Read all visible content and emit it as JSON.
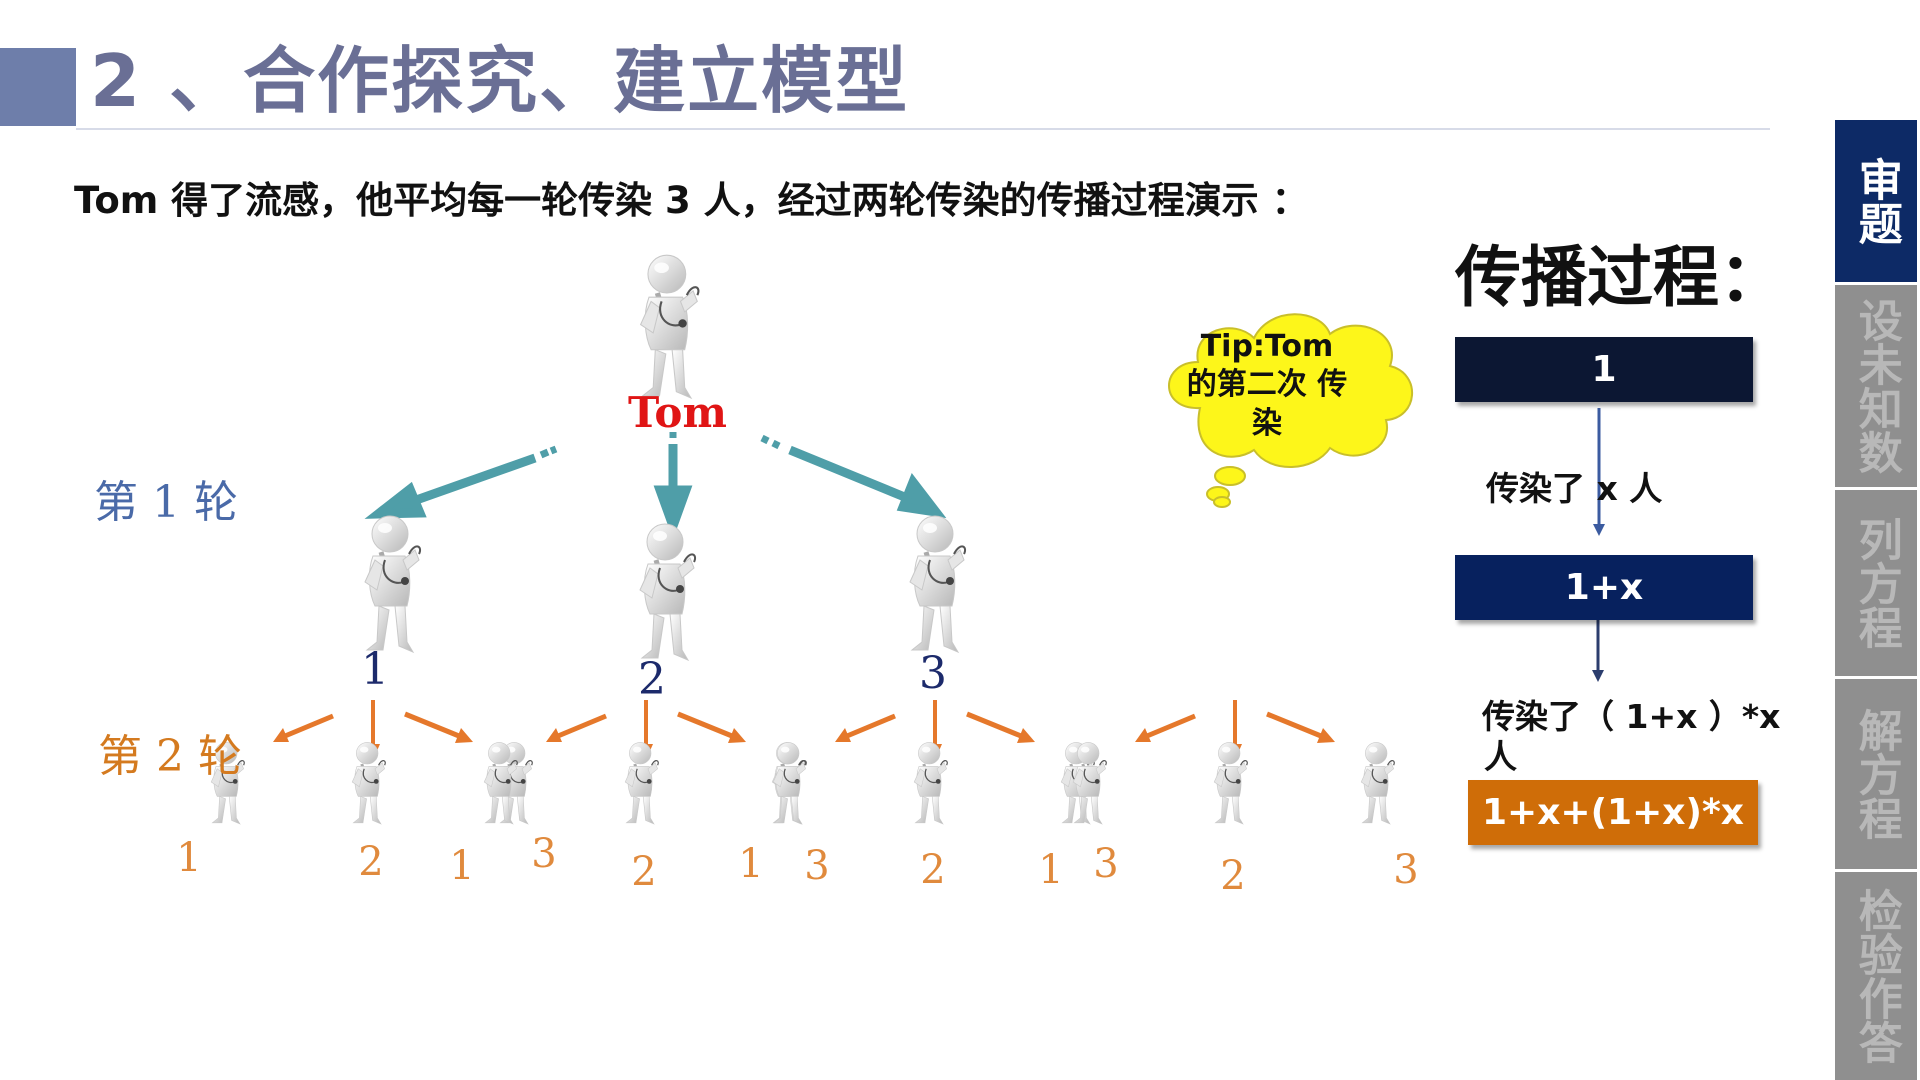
{
  "title": "2 、合作探究、建立模型",
  "intro": "Tom 得了流感，他平均每一轮传染 3 人，经过两轮传染的传播过程演示 ：",
  "tom_label": "Tom",
  "round1_label": "第 1 轮",
  "round2_label": "第 2 轮",
  "round1_numbers": [
    "1",
    "2",
    "3"
  ],
  "round2_numbers": [
    "1",
    "2",
    "3",
    "1",
    "2",
    "3",
    "1",
    "2",
    "3",
    "1",
    "2",
    "3"
  ],
  "tip": "Tip:Tom 的第二次 传染",
  "flow": {
    "title": "传播过程：",
    "box1": "1",
    "step1": "传染了  x 人",
    "box2": "1+x",
    "step2_line1": "传染了（ 1+x ）*x",
    "step2_line2": "人",
    "box3": "1+x+(1+x)*x"
  },
  "side_nav": [
    {
      "label": "审题",
      "active": true
    },
    {
      "label": "设未知数",
      "active": false
    },
    {
      "label": "列方程",
      "active": false
    },
    {
      "label": "解方程",
      "active": false
    },
    {
      "label": "检验作答",
      "active": false
    }
  ],
  "colors": {
    "title": "#6a6f95",
    "round1": "#4a6aa8",
    "round2": "#d47a1f",
    "arrow_teal": "#4f9ea8",
    "arrow_orange": "#e5782b",
    "box1": "#0c1733",
    "box2": "#07215e",
    "box3": "#cf6d08",
    "nav_active": "#0d2a66",
    "nav_inactive": "#8f8f8f",
    "cloud": "#fdf61a"
  }
}
